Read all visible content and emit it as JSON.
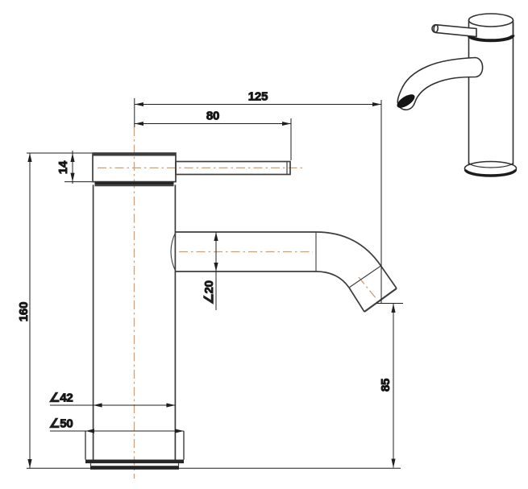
{
  "drawing": {
    "type": "technical-dimension-drawing",
    "subject": "basin-mixer-tap",
    "colors": {
      "background": "#ffffff",
      "object_line": "#3d3d3d",
      "dark_band": "#262626",
      "dimension_line": "#1f1f1f",
      "centerline": "#c8a183",
      "text": "#0f0f0f"
    },
    "dimensions": {
      "reach_full": "125",
      "reach_handle": "80",
      "cap_height": "14",
      "total_height": "160",
      "spout_diameter": "∠20",
      "body_diameter": "∠42",
      "base_diameter": "∠50",
      "outlet_height": "85"
    }
  }
}
